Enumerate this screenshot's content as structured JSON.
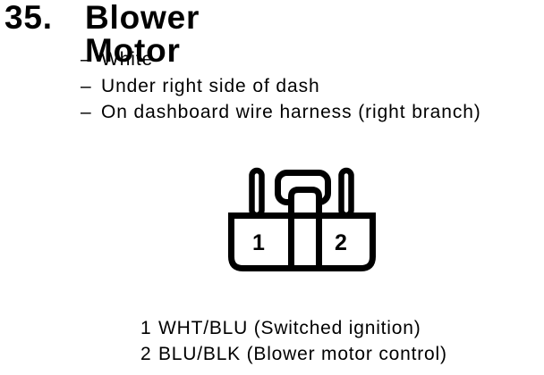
{
  "heading": {
    "number": "35.",
    "title": "Blower Motor"
  },
  "details": {
    "bullet_char": "–",
    "items": [
      "White",
      "Under right side of dash",
      "On dashboard wire harness (right branch)"
    ]
  },
  "connector": {
    "pin_labels": [
      "1",
      "2"
    ]
  },
  "legend": {
    "entries": [
      {
        "number": "1",
        "label": "WHT/BLU (Switched ignition)"
      },
      {
        "number": "2",
        "label": "BLU/BLK (Blower motor control)"
      }
    ]
  },
  "colors": {
    "ink": "#000000",
    "paper": "#ffffff"
  }
}
